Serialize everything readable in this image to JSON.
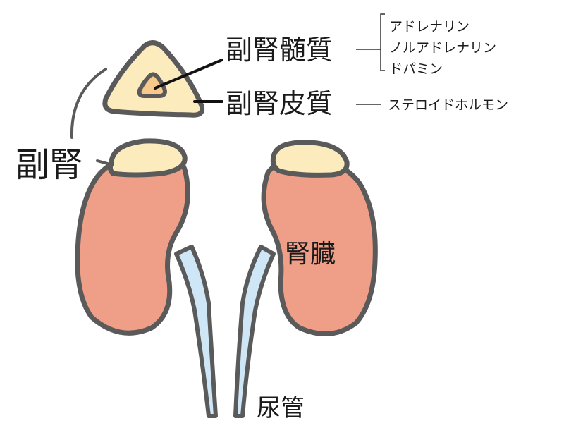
{
  "labels": {
    "medulla": "副腎髄質",
    "cortex": "副腎皮質",
    "adrenal": "副腎",
    "kidney": "腎臓",
    "ureter": "尿管"
  },
  "medulla_hormones": [
    "アドレナリン",
    "ノルアドレナリン",
    "ドパミン"
  ],
  "cortex_hormone": "ステロイドホルモン",
  "colors": {
    "outline": "#5a5a5a",
    "adrenal": "#fcebbd",
    "medulla": "#f7c98a",
    "kidney": "#ef9f88",
    "ureter": "#cfe6f7"
  }
}
